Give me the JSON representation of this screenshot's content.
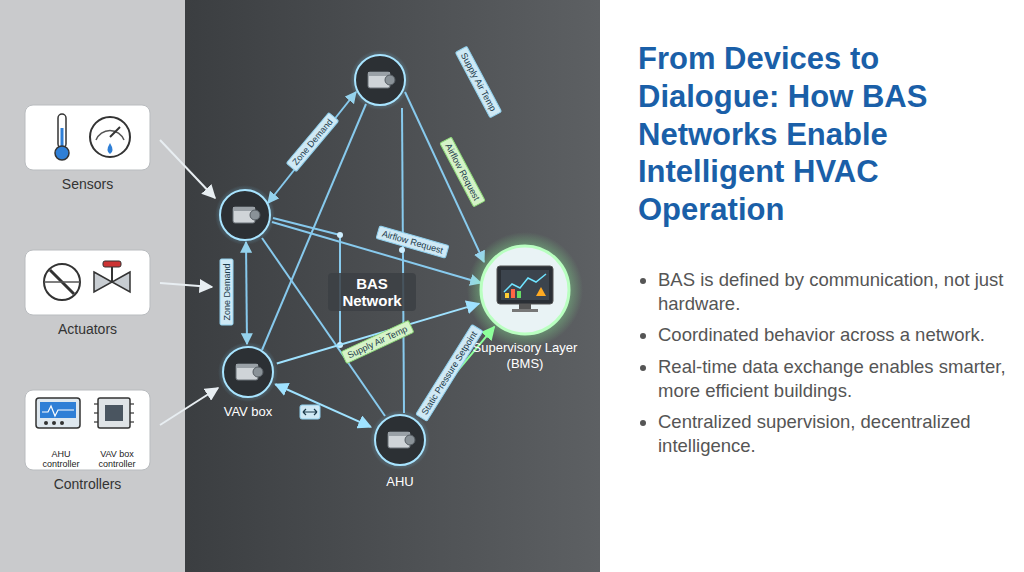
{
  "diagram": {
    "title": "From Devices to Dialogue: How BAS Networks Enable Intelligent HVAC Operation",
    "nodes": [
      {
        "text": [
          "Sensors"
        ]
      },
      {
        "text": [
          "Actuators"
        ]
      },
      {
        "text": [
          "Controllers"
        ]
      },
      {
        "text": [
          "VAV box"
        ]
      },
      {
        "text": [
          "AHU"
        ]
      },
      {
        "text": [
          "Supervisory Layer (BMS)"
        ]
      }
    ],
    "edges": [
      {
        "from": 3,
        "to": 5,
        "label": "Supply Air Temp",
        "arrow": "to"
      },
      {
        "from": 4,
        "to": 5,
        "label": "Static Pressure Setpoint",
        "arrow": "both"
      },
      {
        "from": 3,
        "to": 4,
        "arrow": "both"
      }
    ],
    "labels": [
      "BAS Network",
      "Zone Demand",
      "Supply Air Temp",
      "Airflow Request",
      "Airflow Request",
      "Zone Demand",
      "AHU controller",
      "VAV box controller",
      "BAS is defined by communication, not just hardware.",
      "Coordinated behavior across a network.",
      "Real-time data exchange enables smarter, more efficient buildings.",
      "Centralized supervision, decentralized intelligence."
    ]
  }
}
